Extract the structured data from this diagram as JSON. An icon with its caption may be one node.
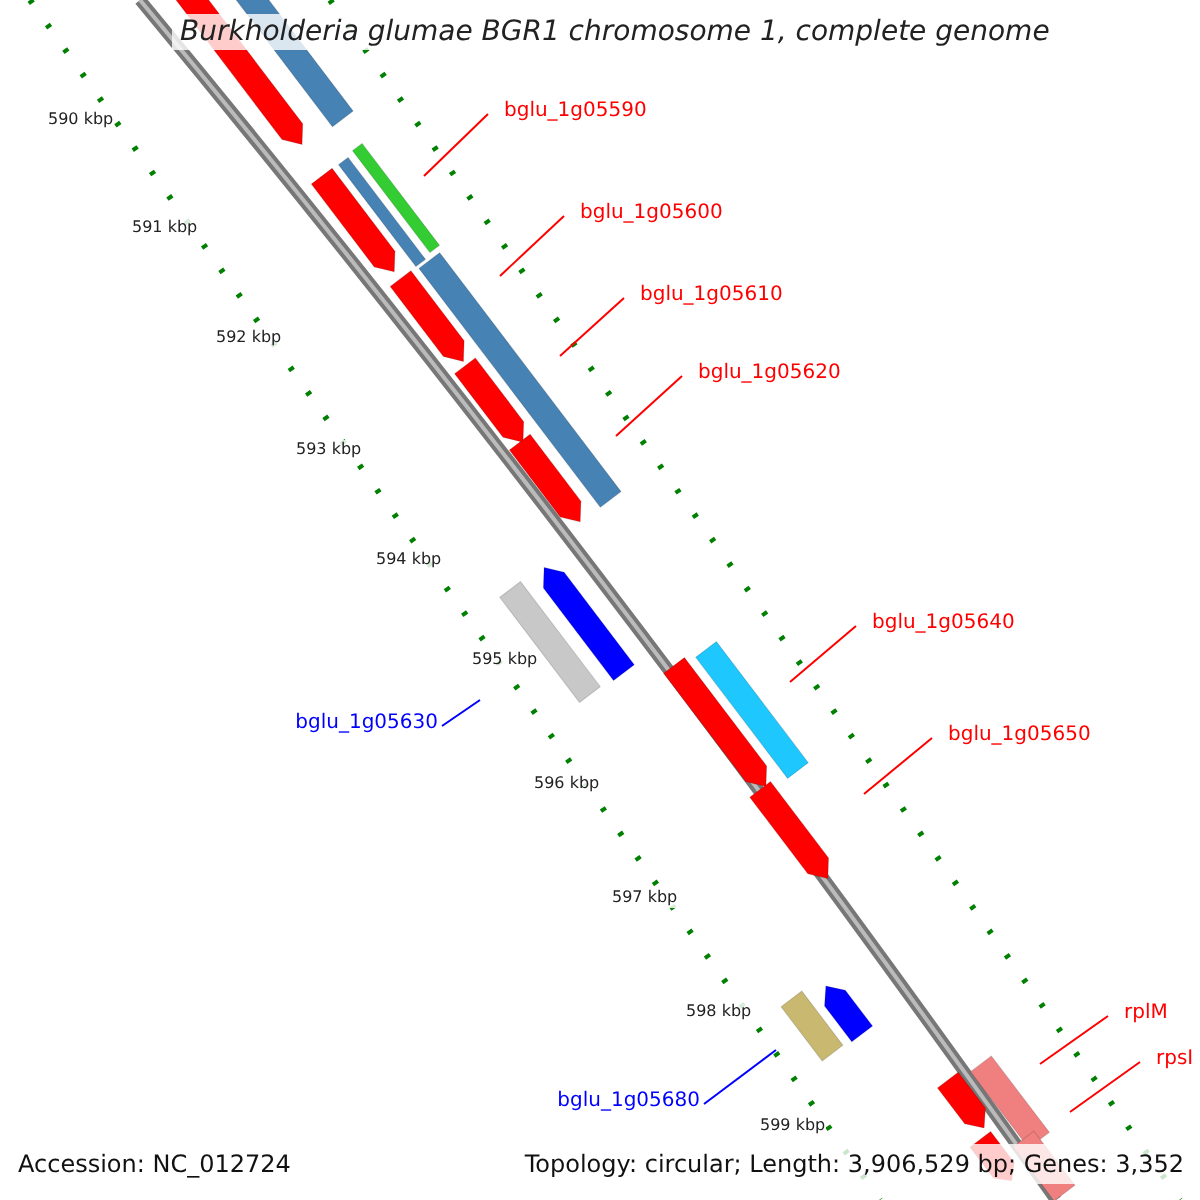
{
  "diagram": {
    "title": "Burkholderia glumae BGR1 chromosome 1, complete genome",
    "nodes": [
      {
        "text": [
          "bglu_1g05590"
        ]
      },
      {
        "text": [
          "bglu_1g05600"
        ]
      },
      {
        "text": [
          "bglu_1g05610"
        ]
      },
      {
        "text": [
          "bglu_1g05620"
        ]
      },
      {
        "text": [
          "bglu_1g05640"
        ]
      },
      {
        "text": [
          "bglu_1g05630"
        ]
      },
      {
        "text": [
          "bglu_1g05650"
        ]
      },
      {
        "text": [
          "bglu_1g05680"
        ]
      },
      {
        "text": [
          "rplM"
        ]
      },
      {
        "text": [
          "rpsI"
        ]
      }
    ],
    "edges": [
      {
        "from": 0,
        "to": null,
        "arrow": "none"
      },
      {
        "from": 1,
        "to": null,
        "arrow": "none"
      },
      {
        "from": 2,
        "to": null,
        "arrow": "none"
      },
      {
        "from": 3,
        "to": null,
        "arrow": "none"
      },
      {
        "from": 4,
        "to": null,
        "arrow": "none"
      },
      {
        "from": 5,
        "to": null,
        "arrow": "none",
        "color": "#0000ff"
      },
      {
        "from": 6,
        "to": null,
        "arrow": "none"
      },
      {
        "from": 7,
        "to": null,
        "arrow": "none",
        "color": "#0000ff"
      },
      {
        "from": 8,
        "to": null,
        "arrow": "none"
      },
      {
        "from": 9,
        "to": null,
        "arrow": "none"
      }
    ],
    "labels": [
      "590 kbp",
      "591 kbp",
      "592 kbp",
      "593 kbp",
      "594 kbp",
      "595 kbp",
      "596 kbp",
      "597 kbp",
      "598 kbp",
      "599 kbp",
      "Accession: NC_012724",
      "Topology: circular; Length: 3,906,529 bp; Genes: 3,352"
    ]
  }
}
